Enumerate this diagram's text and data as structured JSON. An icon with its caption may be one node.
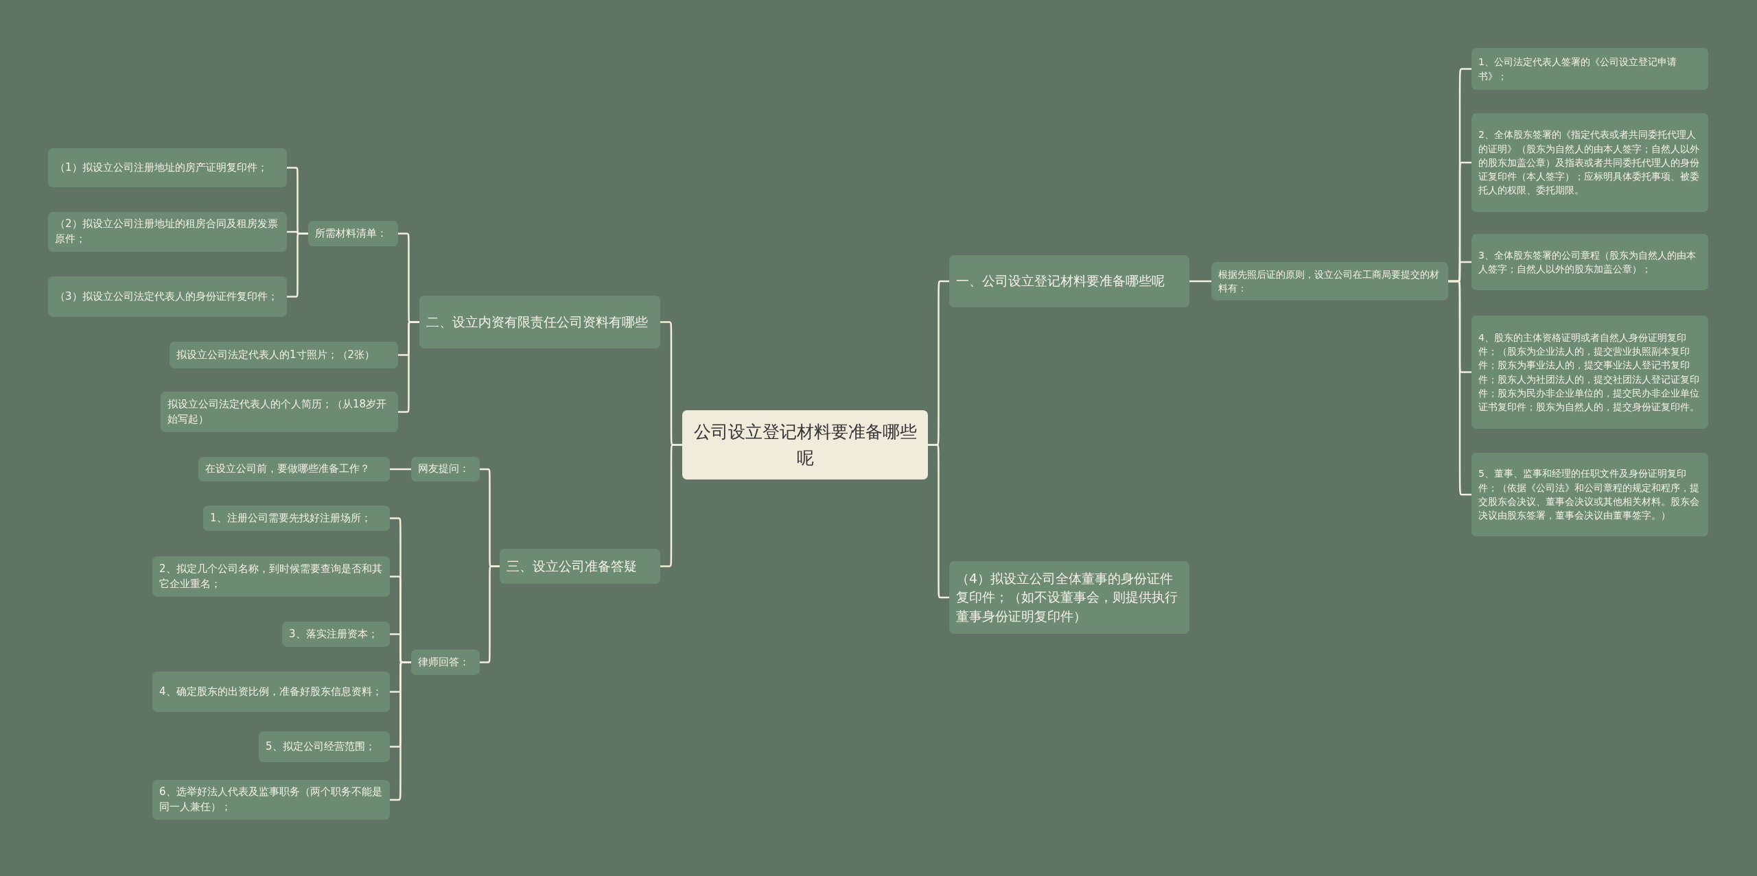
{
  "diagram": {
    "nodes": [
      {
        "text": [
          "公司设立登记材料要准备哪些呢"
        ]
      },
      {
        "text": [
          "一、公司设立登记材料要准备哪些呢"
        ]
      },
      {
        "text": [
          "根据先照后证的原则，设立公司在工商局要提交的材料有："
        ]
      },
      {
        "text": [
          "1、公司法定代表人签署的《公司设立登记申请书》；"
        ]
      },
      {
        "text": [
          "2、全体股东签署的《指定代表或者共同委托代理人的证明》（股东为自然人的由本人签字；自然人以外的股东加盖公章）及指表或者共同委托代理人的身份证复印件（本人签字）；应标明具体委托事项、被委托人的权限、委托期限。"
        ]
      },
      {
        "text": [
          "3、全体股东签署的公司章程（股东为自然人的由本人签字；自然人以外的股东加盖公章）；"
        ]
      },
      {
        "text": [
          "4、股东的主体资格证明或者自然人身份证明复印件；（股东为企业法人的，提交营业执照副本复印件；股东为事业法人的，提交事业法人登记书复印件；股东人为社团法人的，提交社团法人登记证复印件；股东为民办非企业单位的，提交民办非企业单位证书复印件；股东为自然人的，提交身份证复印件。"
        ]
      },
      {
        "text": [
          "5、董事、监事和经理的任职文件及身份证明复印件；（依据《公司法》和公司章程的规定和程序，提交股东会决议、董事会决议或其他相关材料。股东会决议由股东签署，董事会决议由董事签字。）"
        ]
      },
      {
        "text": [
          "（4）拟设立公司全体董事的身份证件复印件；（如不设董事会，则提供执行董事身份证明复印件）"
        ]
      },
      {
        "text": [
          "二、设立内资有限责任公司资料有哪些"
        ]
      },
      {
        "text": [
          "所需材料清单："
        ]
      },
      {
        "text": [
          "（1）拟设立公司注册地址的房产证明复印件；"
        ]
      },
      {
        "text": [
          "（2）拟设立公司注册地址的租房合同及租房发票原件；"
        ]
      },
      {
        "text": [
          "（3）拟设立公司法定代表人的身份证件复印件；"
        ]
      },
      {
        "text": [
          "拟设立公司法定代表人的1寸照片；（2张）"
        ]
      },
      {
        "text": [
          "拟设立公司法定代表人的个人简历；（从18岁开始写起）"
        ]
      },
      {
        "text": [
          "三、设立公司准备答疑"
        ]
      },
      {
        "text": [
          "网友提问："
        ]
      },
      {
        "text": [
          "在设立公司前，要做哪些准备工作？"
        ]
      },
      {
        "text": [
          "律师回答："
        ]
      },
      {
        "text": [
          "1、注册公司需要先找好注册场所；"
        ]
      },
      {
        "text": [
          "2、拟定几个公司名称，到时候需要查询是否和其它企业重名；"
        ]
      },
      {
        "text": [
          "3、落实注册资本；"
        ]
      },
      {
        "text": [
          "4、确定股东的出资比例，准备好股东信息资料；"
        ]
      },
      {
        "text": [
          "5、拟定公司经营范围；"
        ]
      },
      {
        "text": [
          "6、选举好法人代表及监事职务（两个职务不能是同一人兼任）；"
        ]
      }
    ],
    "edges": [
      {
        "from": 0,
        "to": 1,
        "arrow": "none"
      },
      {
        "from": 1,
        "to": 2,
        "arrow": "none"
      },
      {
        "from": 2,
        "to": 3,
        "arrow": "none"
      },
      {
        "from": 2,
        "to": 4,
        "arrow": "none"
      },
      {
        "from": 2,
        "to": 5,
        "arrow": "none"
      },
      {
        "from": 2,
        "to": 6,
        "arrow": "none"
      },
      {
        "from": 2,
        "to": 7,
        "arrow": "none"
      },
      {
        "from": 0,
        "to": 8,
        "arrow": "none"
      },
      {
        "from": 0,
        "to": 9,
        "arrow": "none"
      },
      {
        "from": 9,
        "to": 10,
        "arrow": "none"
      },
      {
        "from": 10,
        "to": 11,
        "arrow": "none"
      },
      {
        "from": 10,
        "to": 12,
        "arrow": "none"
      },
      {
        "from": 10,
        "to": 13,
        "arrow": "none"
      },
      {
        "from": 9,
        "to": 14,
        "arrow": "none"
      },
      {
        "from": 9,
        "to": 15,
        "arrow": "none"
      },
      {
        "from": 0,
        "to": 16,
        "arrow": "none"
      },
      {
        "from": 16,
        "to": 17,
        "arrow": "none"
      },
      {
        "from": 17,
        "to": 18,
        "arrow": "none"
      },
      {
        "from": 16,
        "to": 19,
        "arrow": "none"
      },
      {
        "from": 19,
        "to": 20,
        "arrow": "none"
      },
      {
        "from": 19,
        "to": 21,
        "arrow": "none"
      },
      {
        "from": 19,
        "to": 22,
        "arrow": "none"
      },
      {
        "from": 19,
        "to": 23,
        "arrow": "none"
      },
      {
        "from": 19,
        "to": 24,
        "arrow": "none"
      },
      {
        "from": 19,
        "to": 25,
        "arrow": "none"
      }
    ]
  }
}
